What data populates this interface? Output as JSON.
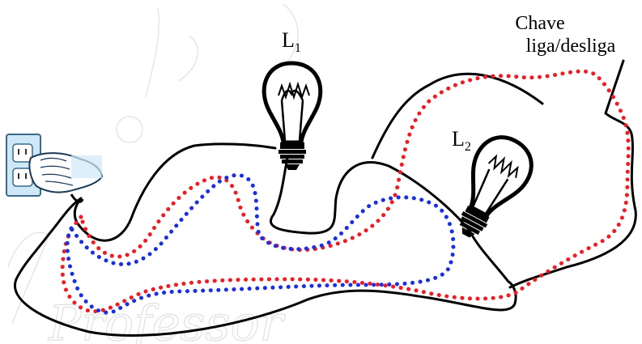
{
  "labels": {
    "lamp1": "L",
    "lamp1_sub": "1",
    "lamp2": "L",
    "lamp2_sub": "2",
    "switch_line1": "Chave",
    "switch_line2": "liga/desliga"
  },
  "watermark": "Professor",
  "colors": {
    "wire": "#000000",
    "dotted_red": "#ee1c24",
    "dotted_blue": "#1a2fe0",
    "socket": "#cfe8f7"
  },
  "icons": [
    "outlet-plug-icon",
    "light-bulb-icon",
    "light-bulb-icon",
    "switch-icon"
  ]
}
